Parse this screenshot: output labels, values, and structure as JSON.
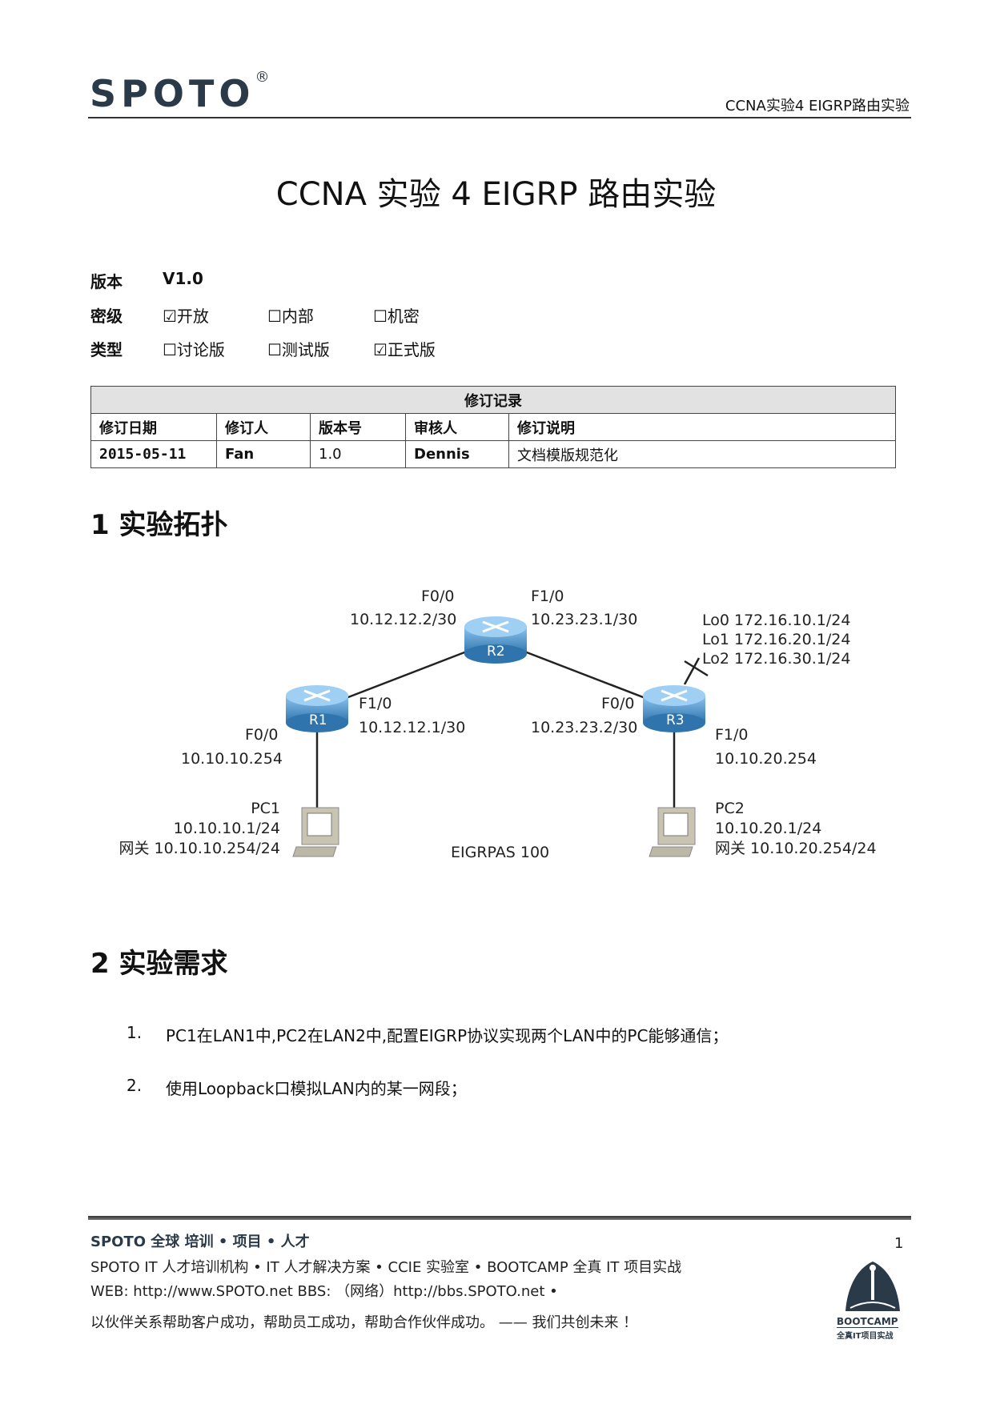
{
  "header": {
    "logo": "SPOTO",
    "registered": "®",
    "doc_title": "CCNA实验4 EIGRP路由实验"
  },
  "title": "CCNA 实验 4 EIGRP 路由实验",
  "meta": {
    "version_label": "版本",
    "version": "V1.0",
    "security_label": "密级",
    "security_options": [
      "☑开放",
      "☐内部",
      "☐机密"
    ],
    "type_label": "类型",
    "type_options": [
      "☐讨论版",
      "☐测试版",
      "☑正式版"
    ]
  },
  "revision_table": {
    "caption": "修订记录",
    "headers": [
      "修订日期",
      "修订人",
      "版本号",
      "审核人",
      "修订说明"
    ],
    "rows": [
      [
        "2015-05-11",
        "Fan",
        "1.0",
        "Dennis",
        "文档模版规范化"
      ]
    ]
  },
  "section1": {
    "heading": "1  实验拓扑"
  },
  "diagram": {
    "r1": "R1",
    "r2": "R2",
    "r3": "R3",
    "r2_f00": "F0/0",
    "r2_f00_ip": "10.12.12.2/30",
    "r2_f10": "F1/0",
    "r2_f10_ip": "10.23.23.1/30",
    "r1_f10": "F1/0",
    "r1_f10_ip": "10.12.12.1/30",
    "r1_f00": "F0/0",
    "r1_f00_ip": "10.10.10.254",
    "r3_f00": "F0/0",
    "r3_f00_ip": "10.23.23.2/30",
    "r3_f10": "F1/0",
    "r3_f10_ip": "10.10.20.254",
    "loopbacks": [
      "Lo0 172.16.10.1/24",
      "Lo1 172.16.20.1/24",
      "Lo2 172.16.30.1/24"
    ],
    "pc1": [
      "PC1",
      "10.10.10.1/24",
      "网关 10.10.10.254/24"
    ],
    "pc2": [
      "PC2",
      "10.10.20.1/24",
      "网关 10.10.20.254/24"
    ],
    "as": "EIGRPAS 100",
    "router_color": "#4a90c8"
  },
  "section2": {
    "heading": "2  实验需求",
    "items": [
      {
        "num": "1.",
        "text": "PC1在LAN1中,PC2在LAN2中,配置EIGRP协议实现两个LAN中的PC能够通信；"
      },
      {
        "num": "2.",
        "text": "使用Loopback口模拟LAN内的某一网段；"
      }
    ]
  },
  "footer": {
    "line1": "SPOTO 全球   培训 • 项目 • 人才",
    "line2": "SPOTO IT 人才培训机构  •  IT 人才解决方案  •  CCIE 实验室  •  BOOTCAMP 全真 IT 项目实战",
    "line3": "WEB: http://www.SPOTO.net     BBS: （网络）http://bbs.SPOTO.net  •",
    "line4": "以伙伴关系帮助客户成功，帮助员工成功，帮助合作伙伴成功。  ——  我们共创未来 ！",
    "page": "1",
    "badge_logo": "BOOTCAMP",
    "badge_sub": "全真IT项目实战"
  }
}
